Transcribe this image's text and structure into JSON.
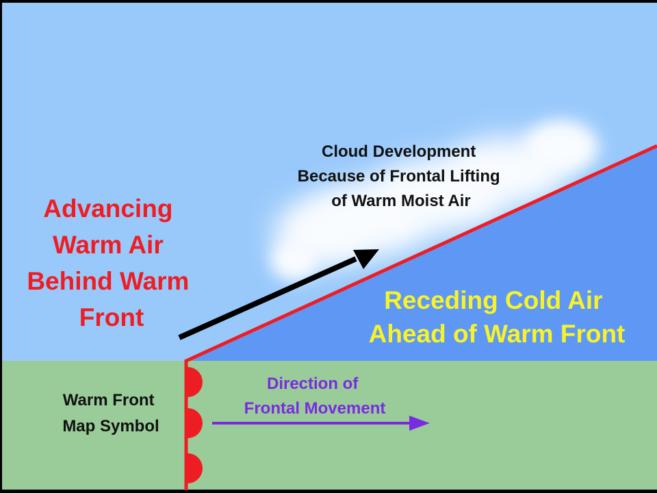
{
  "diagram": {
    "warm_air_label": [
      "Advancing",
      "Warm Air",
      "Behind Warm",
      "Front"
    ],
    "cold_air_label": [
      "Receding Cold Air",
      "Ahead of Warm Front"
    ],
    "cloud_label": [
      "Cloud Development",
      "Because of Frontal Lifting",
      "of  Warm Moist Air"
    ],
    "map_symbol_label": [
      "Warm Front",
      "Map Symbol"
    ],
    "movement_label": [
      "Direction of",
      "Frontal Movement"
    ],
    "colors": {
      "sky": "#99c9fb",
      "cold_air": "#5f97f5",
      "ground": "#99cc99",
      "front_line": "#ee1d23",
      "warm_text": "#ee1d23",
      "cold_text": "#f7f32a",
      "movement": "#7a2be0",
      "lift_arrow": "#000000",
      "cloud": "#ffffff"
    },
    "icons": [
      "warm-front-semicircle-icon",
      "lift-arrow-icon",
      "movement-arrow-icon",
      "cloud-icon"
    ]
  }
}
